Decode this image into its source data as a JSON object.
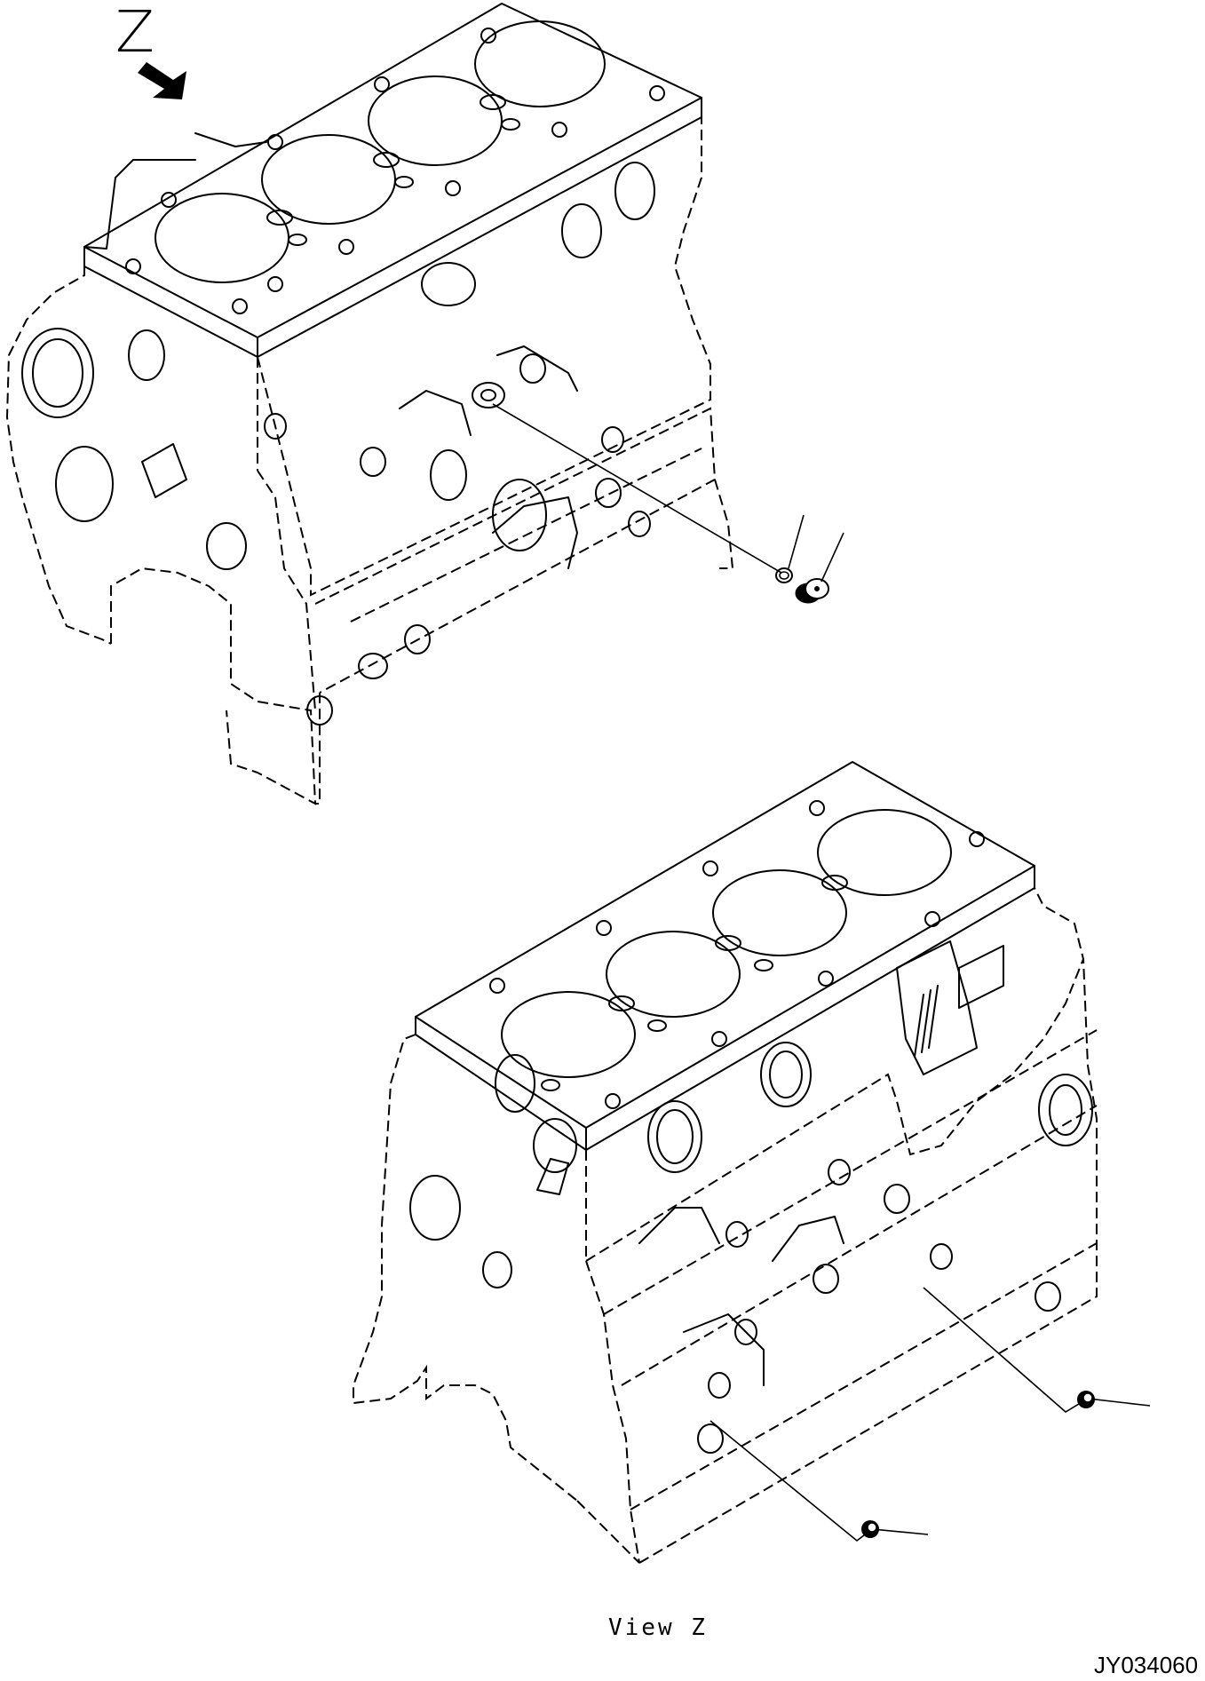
{
  "view_marker": {
    "letter": "Z",
    "arrow_icon": "view-direction-arrow-icon"
  },
  "caption": "View Z",
  "drawing_number": "JY034060",
  "colors": {
    "background": "#ffffff",
    "line": "#000000"
  }
}
